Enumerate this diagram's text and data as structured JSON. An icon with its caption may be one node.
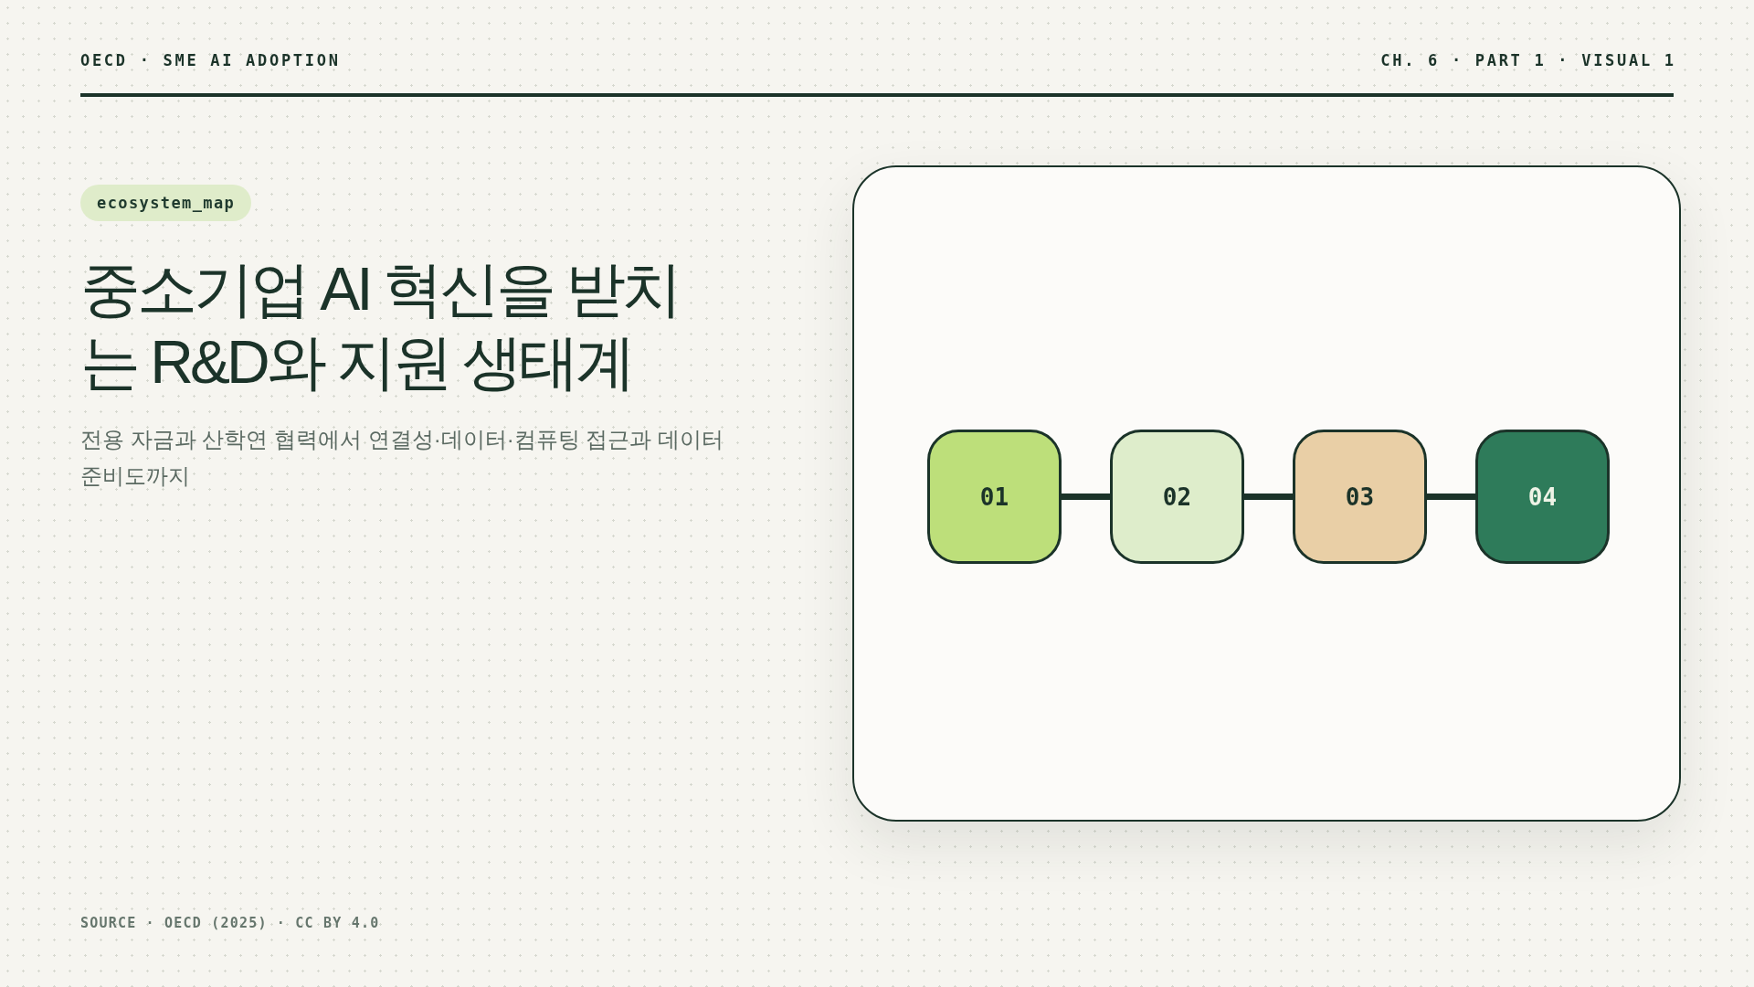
{
  "diagram": {
    "title": "중소기업 AI 혁신을 받치는 R&D와 지원 생태계",
    "nodes": [
      {
        "text": [],
        "shape": "box"
      },
      {
        "text": [
          "01"
        ],
        "in": 0
      },
      {
        "text": [
          "02"
        ],
        "in": 0
      },
      {
        "text": [
          "03"
        ],
        "in": 0
      },
      {
        "text": [
          "04"
        ],
        "in": 0
      }
    ],
    "edges": [
      {
        "from": 1,
        "to": 2,
        "arrow": "none"
      },
      {
        "from": 2,
        "to": 3,
        "arrow": "none"
      },
      {
        "from": 3,
        "to": 4,
        "arrow": "none"
      }
    ],
    "labels": [
      "OECD · SME AI ADOPTION",
      "CH. 6 · PART 1 · VISUAL 1",
      "ecosystem_map",
      "전용 자금과 산학연 협력에서 연결성·데이터·컴퓨팅 접근과 데이터 준비도까지",
      "SOURCE · OECD (2025) · CC BY 4.0"
    ]
  }
}
